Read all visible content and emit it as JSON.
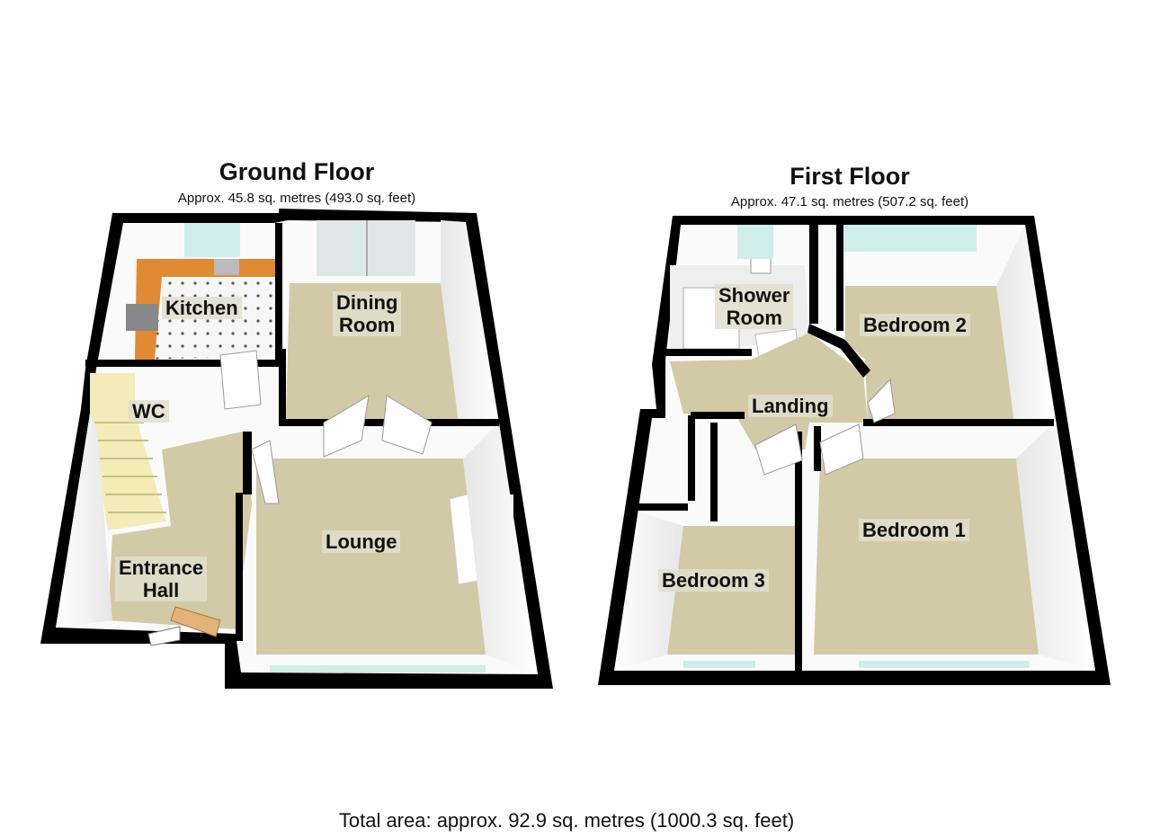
{
  "ground_floor": {
    "title": "Ground Floor",
    "area": "Approx. 45.8 sq. metres (493.0 sq. feet)",
    "rooms": {
      "kitchen": "Kitchen",
      "dining": "Dining\nRoom",
      "wc": "WC",
      "lounge": "Lounge",
      "hall": "Entrance\nHall"
    }
  },
  "first_floor": {
    "title": "First Floor",
    "area": "Approx. 47.1 sq. metres (507.2 sq. feet)",
    "rooms": {
      "shower": "Shower\nRoom",
      "bedroom2": "Bedroom 2",
      "landing": "Landing",
      "bedroom1": "Bedroom 1",
      "bedroom3": "Bedroom 3"
    }
  },
  "total_area": "Total area: approx. 92.9 sq. metres (1000.3 sq. feet)",
  "colors": {
    "wall": "#000000",
    "carpet": "#d2c9a6",
    "kitchen_floor": "#f4f4f4",
    "worktop": "#e08a33",
    "wall_face": "#ffffff",
    "stair": "#f3ecb8",
    "window": "#cfeee9"
  }
}
